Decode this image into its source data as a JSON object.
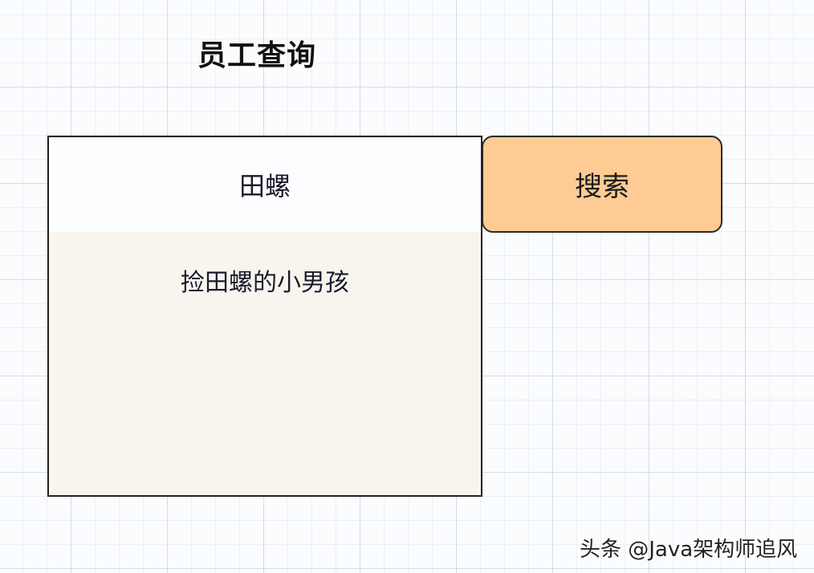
{
  "page": {
    "title": "员工查询"
  },
  "search": {
    "input_value": "田螺",
    "button_label": "搜索"
  },
  "results": {
    "items": [
      "捡田螺的小男孩"
    ]
  },
  "watermark": {
    "text": "头条 @Java架构师追风"
  },
  "colors": {
    "button_fill": "#fecb94",
    "results_fill": "#f8f5ef",
    "border": "#222222",
    "grid_major": "#d5dae3",
    "grid_minor": "#eceff4"
  }
}
